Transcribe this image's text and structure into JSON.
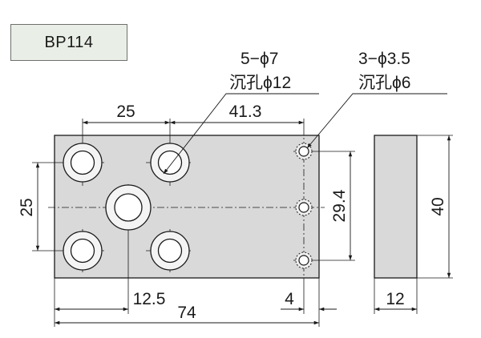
{
  "part_number": "BP114",
  "callouts": {
    "counterbore": {
      "quantity_dia": "5−ϕ7",
      "counterbore": "沉孔ϕ12"
    },
    "pin_holes": {
      "quantity_dia": "3−ϕ3.5",
      "counterbore": "沉孔ϕ6"
    }
  },
  "dimensions": {
    "hole_spacing_x": "25",
    "hole_to_edge": "41.3",
    "hole_spacing_y": "25",
    "pin_spacing": "29.4",
    "height": "40",
    "center_hole_offset": "12.5",
    "overall_length": "74",
    "pin_edge_offset": "4",
    "thickness": "12"
  },
  "colors": {
    "plate_fill": "#d9d9d9",
    "line": "#1a1a1a",
    "badge_fill": "#e9efe6"
  }
}
